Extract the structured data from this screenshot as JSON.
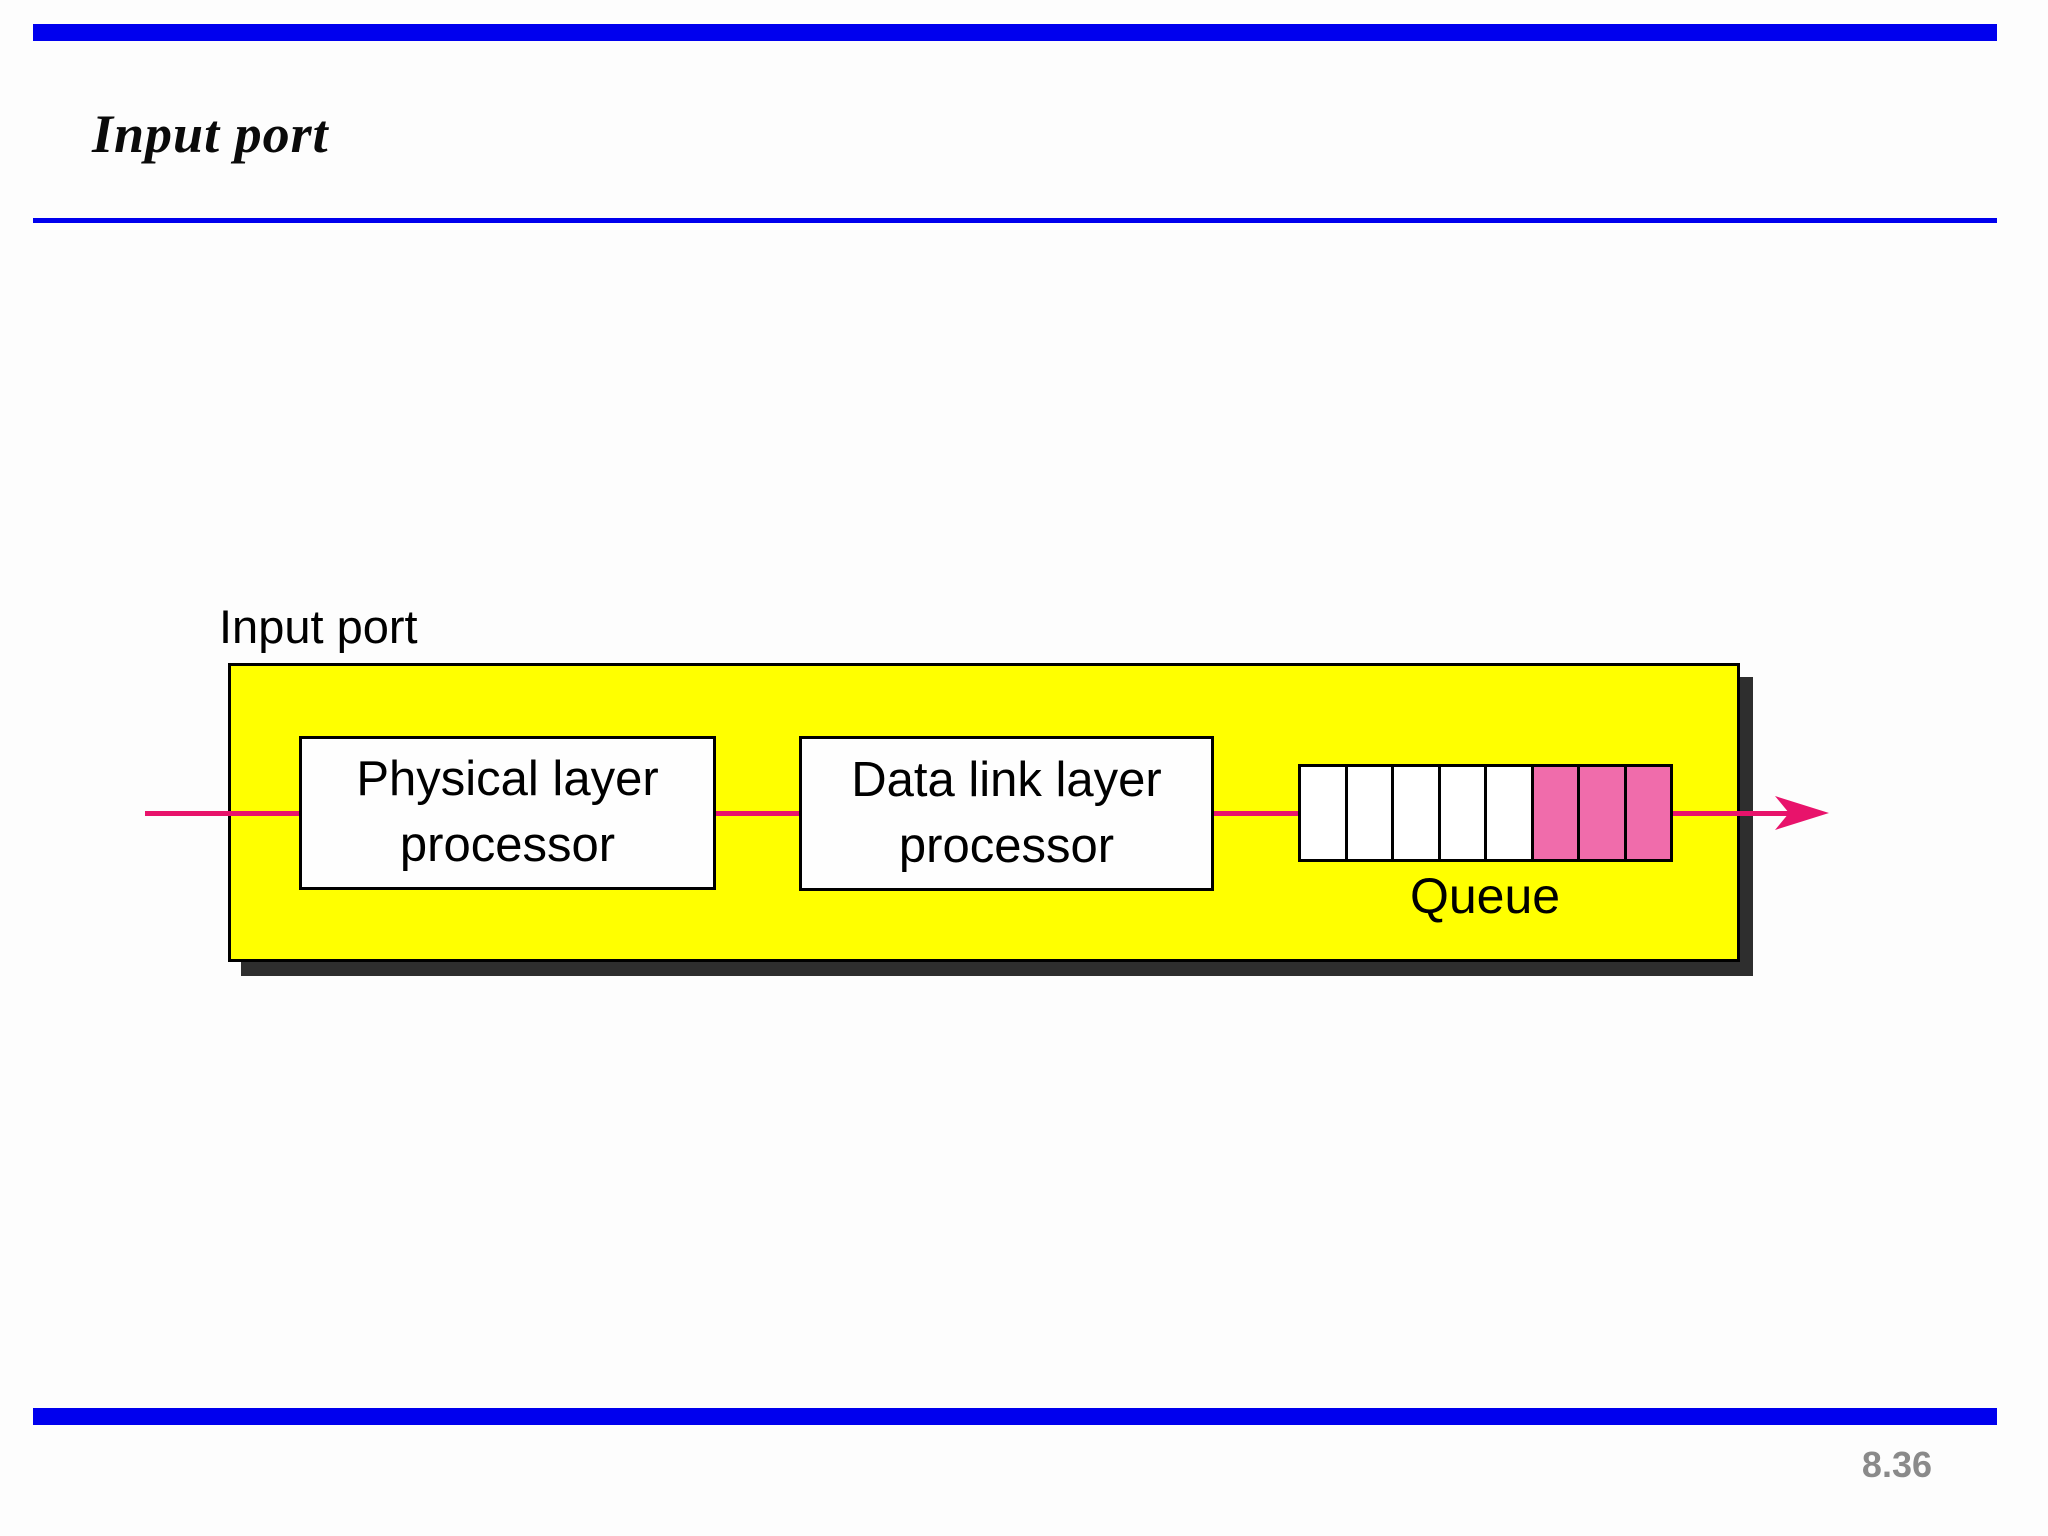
{
  "slide": {
    "title": "Input port",
    "page_number": "8.36",
    "accent_color": "#0000ee",
    "background_color": "#fdfdfd"
  },
  "diagram": {
    "label": "Input port",
    "container_fill": "#ffff00",
    "container_border_color": "#000000",
    "shadow_color": "#2e2e2e",
    "flow_color": "#e8136b",
    "arrow_icon": "right-arrow",
    "boxes": [
      {
        "id": "physical-layer-processor",
        "line1": "Physical layer",
        "line2": "processor"
      },
      {
        "id": "data-link-layer-processor",
        "line1": "Data link layer",
        "line2": "processor"
      }
    ],
    "queue": {
      "label": "Queue",
      "empty_fill": "#ffffff",
      "filled_fill": "#f06cab",
      "cells": [
        {
          "filled": false
        },
        {
          "filled": false
        },
        {
          "filled": false
        },
        {
          "filled": false
        },
        {
          "filled": false
        },
        {
          "filled": true
        },
        {
          "filled": true
        },
        {
          "filled": true
        }
      ]
    }
  }
}
